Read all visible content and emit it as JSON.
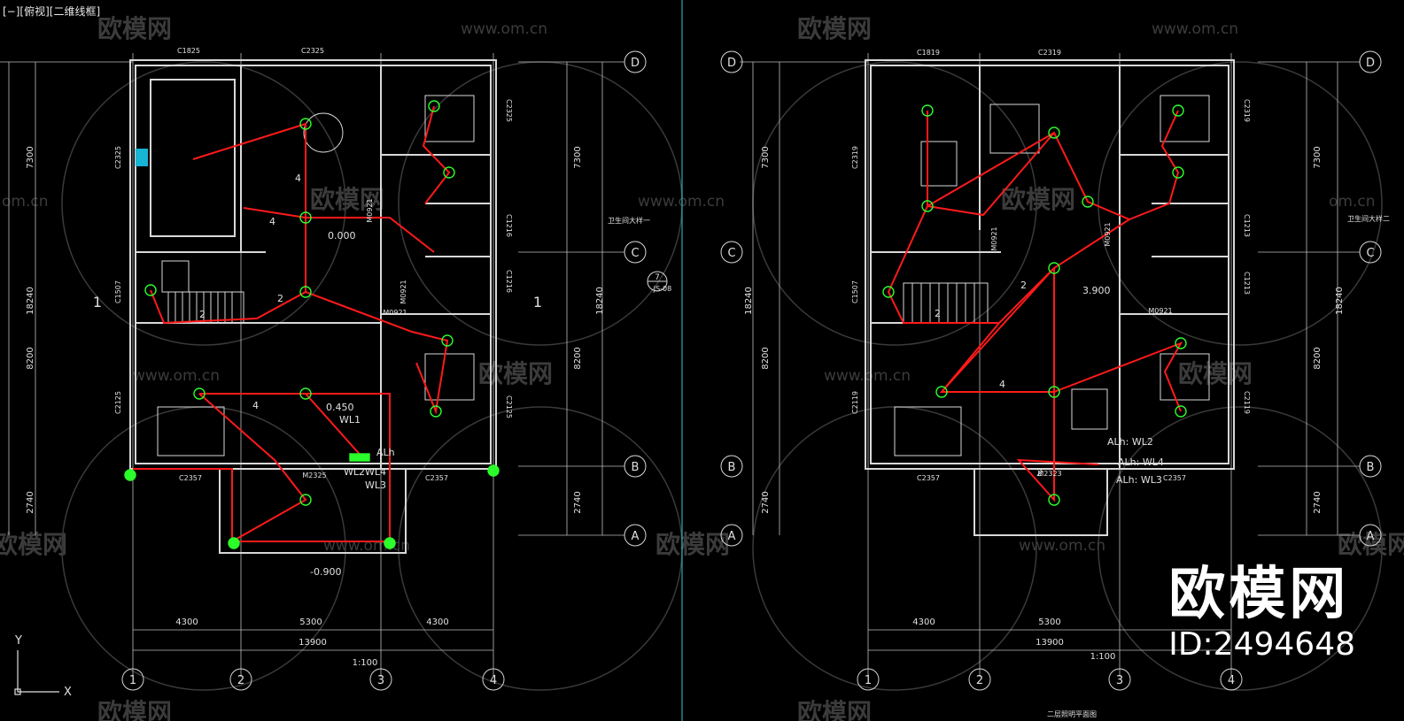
{
  "viewport": {
    "label": "[−][俯视][二维线框]"
  },
  "brand": {
    "name": "欧模网",
    "id_text": "ID:2494648"
  },
  "watermark": {
    "logo_text": "欧模网",
    "url_text": "www.om.cn",
    "url_text_short": "om.cn"
  },
  "ucs": {
    "x": "X",
    "y": "Y"
  },
  "colors": {
    "background": "#000000",
    "wire": "#ff1a1a",
    "wall": "#d8d8d8",
    "fixture": "#2bff2b",
    "text": "#e0e0e0",
    "divider": "#39c6cf"
  },
  "plan_left": {
    "grid_rows": [
      "D",
      "C",
      "B",
      "A"
    ],
    "grid_cols": [
      "1",
      "2",
      "3",
      "4"
    ],
    "dims_bottom": [
      "4300",
      "5300",
      "4300"
    ],
    "dim_total": "13900",
    "scale": "1:100",
    "dims_side": [
      "7300",
      "18240",
      "8200",
      "2740"
    ],
    "windows": [
      "C1825",
      "C2325",
      "C2325",
      "C2325",
      "C1507",
      "C2125",
      "C1216",
      "C1216",
      "C2125",
      "C2357",
      "C2357"
    ],
    "doors": [
      "M0921",
      "M0921",
      "M0921",
      "M2325"
    ],
    "elevations": [
      "0.000",
      "0.450",
      "-0.900"
    ],
    "circuits": [
      "WL1",
      "WL2",
      "WL4",
      "WL3",
      "ALh"
    ],
    "wire_counts": [
      "4",
      "4",
      "2",
      "2",
      "4"
    ],
    "section_mark": [
      "7",
      "JS-08"
    ],
    "side_markers": [
      "1",
      "1"
    ],
    "room_note": "卫生间大样一"
  },
  "plan_right": {
    "grid_rows": [
      "D",
      "C",
      "B",
      "A"
    ],
    "grid_cols": [
      "1",
      "2",
      "3",
      "4"
    ],
    "dims_bottom": [
      "4300",
      "5300"
    ],
    "dim_total": "13900",
    "scale": "1:100",
    "dims_side": [
      "7300",
      "18240",
      "8200",
      "2740"
    ],
    "windows": [
      "C1819",
      "C2319",
      "C2319",
      "C2319",
      "C1507",
      "C2119",
      "C1213",
      "C1213",
      "C2119",
      "C2357",
      "C2357"
    ],
    "doors": [
      "M0921",
      "M0921",
      "M0921",
      "M2323"
    ],
    "elevations": [
      "3.900"
    ],
    "circuits": [
      "ALh: WL2",
      "ALh: WL4",
      "ALh: WL3"
    ],
    "wire_counts": [
      "2",
      "2",
      "4",
      "2"
    ],
    "title": "二层照明平面图",
    "room_note": "卫生间大样二"
  }
}
